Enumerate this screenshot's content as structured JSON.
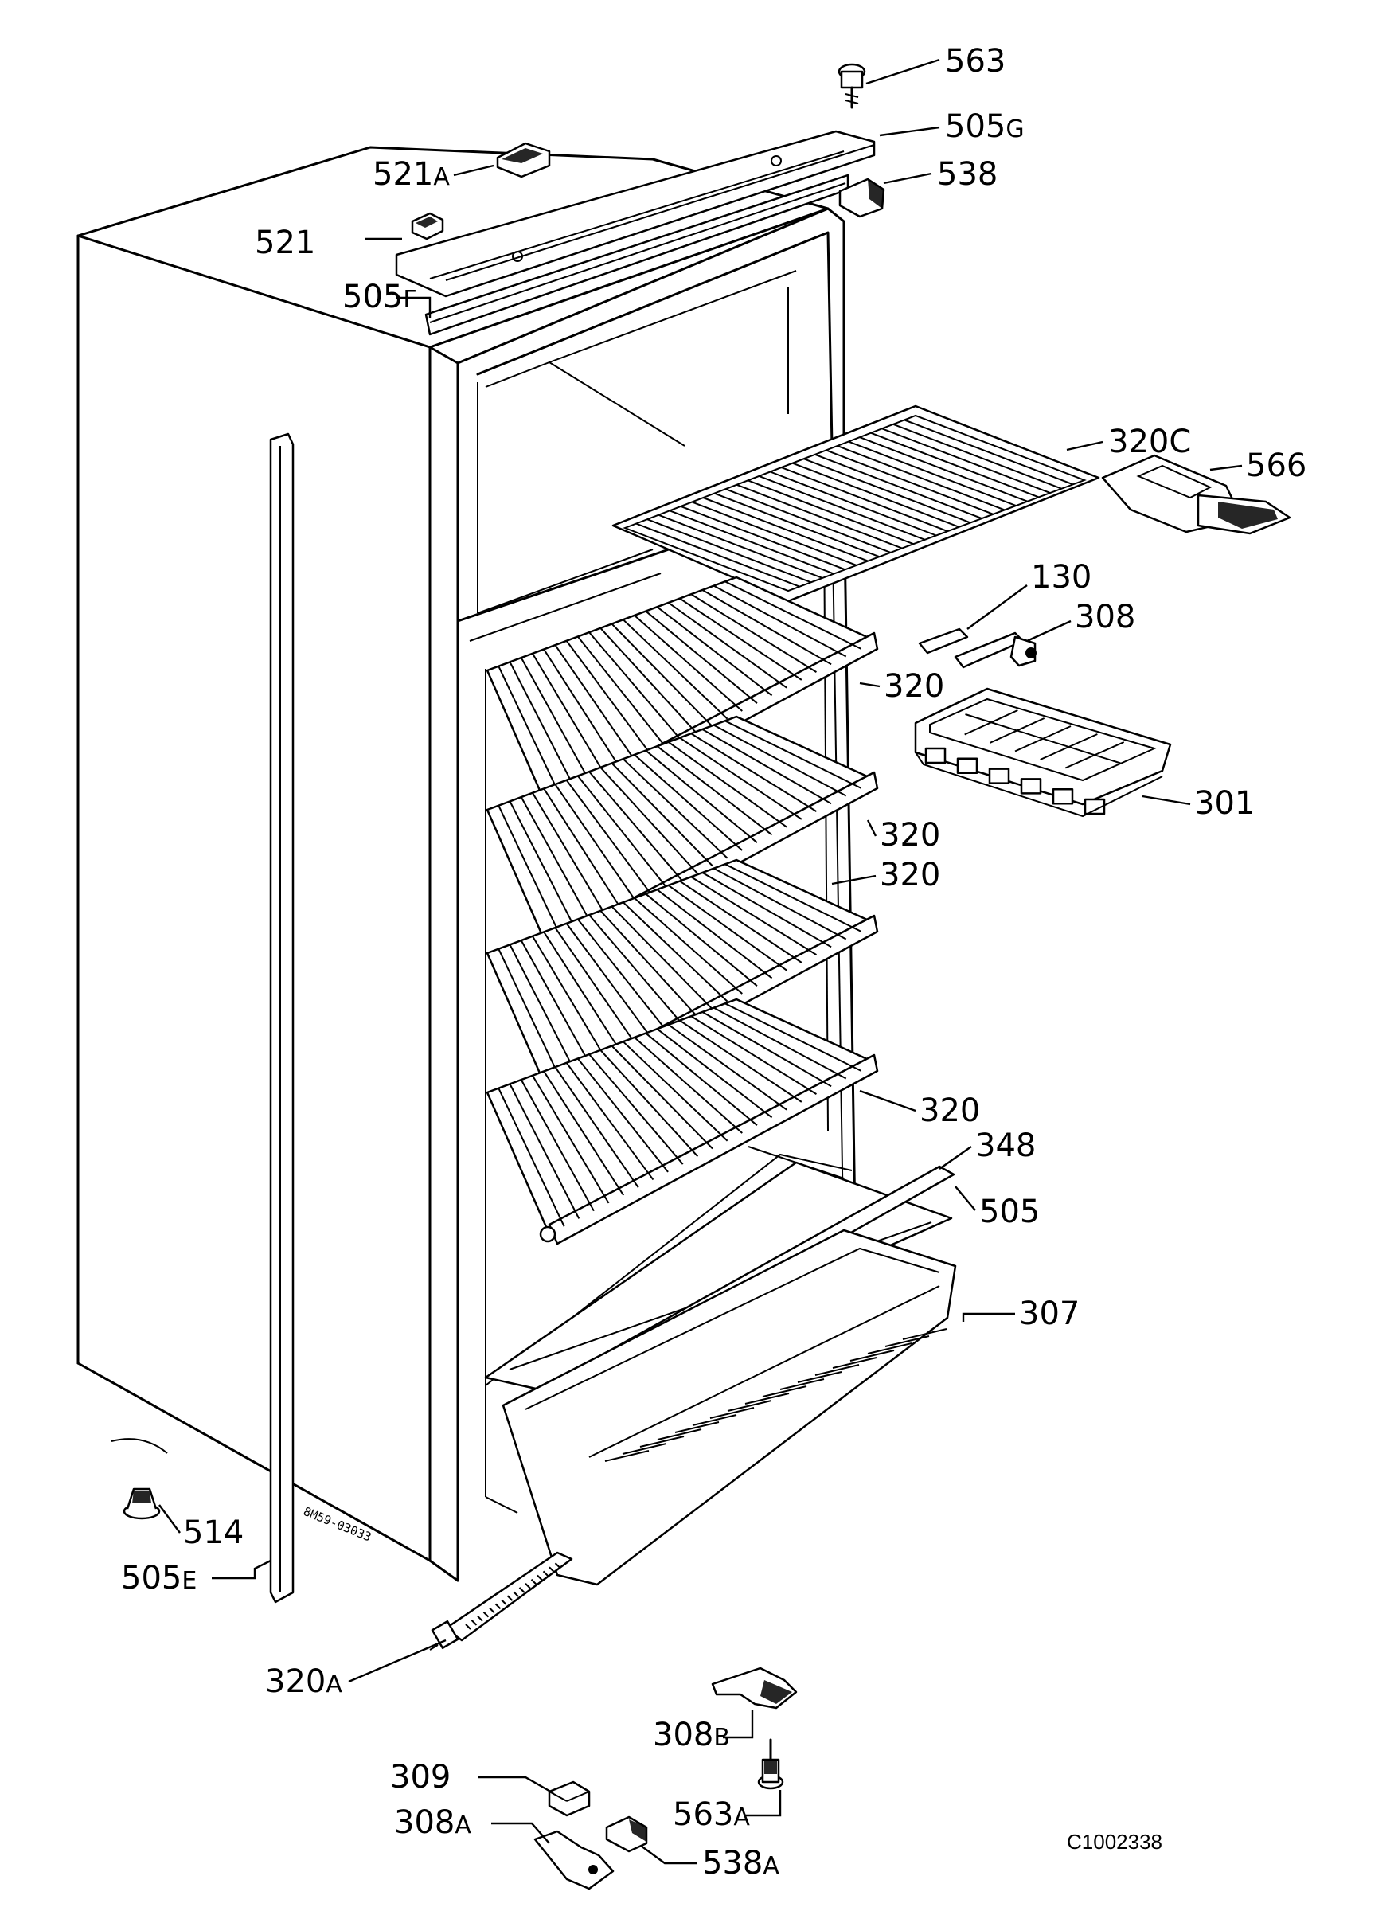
{
  "labels": {
    "l563": "563",
    "l505G": "505",
    "l505G_s": "G",
    "l538": "538",
    "l521A": "521",
    "l521A_s": "A",
    "l521": "521",
    "l505F": "505",
    "l505F_s": "F",
    "l320C": "320C",
    "l566": "566",
    "l130": "130",
    "l308": "308",
    "l320a": "320",
    "l301": "301",
    "l320b": "320",
    "l320c": "320",
    "l320d": "320",
    "l348": "348",
    "l505": "505",
    "l307": "307",
    "l514": "514",
    "l505E": "505",
    "l505E_s": "E",
    "l320A": "320",
    "l320A_s": "A",
    "l308B": "308",
    "l308B_s": "B",
    "l309": "309",
    "l563A": "563",
    "l563A_s": "A",
    "l308A": "308",
    "l308A_s": "A",
    "l538A": "538",
    "l538A_s": "A"
  },
  "drawing_code": "C1002338",
  "serial_stamp": "8M59-03033"
}
